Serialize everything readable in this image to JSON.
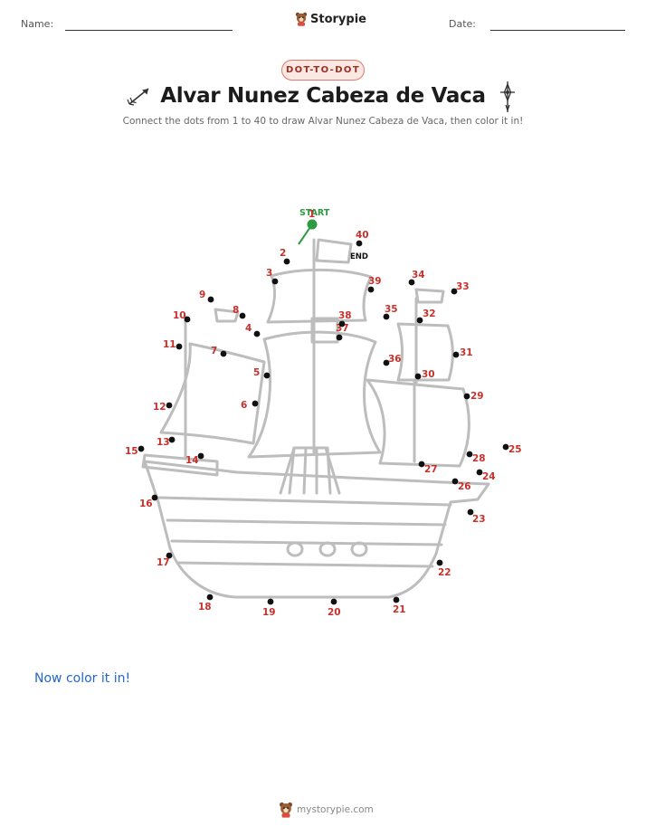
{
  "header": {
    "name_label": "Name:",
    "date_label": "Date:",
    "brand": "Storypie",
    "brand_icon": "bear-mascot-icon"
  },
  "badge": "DOT-TO-DOT",
  "title": "Alvar Nunez Cabeza de Vaca",
  "subtitle": "Connect the dots from 1 to 40 to draw Alvar Nunez Cabeza de Vaca, then color it in!",
  "decorations": {
    "left": "arrow-icon",
    "right": "compass-dagger-icon"
  },
  "puzzle": {
    "start_label": "START",
    "end_label": "END",
    "dot_color": "#111111",
    "label_color": "#c8312b",
    "start_color": "#2f9a42",
    "outline_color": "#bdbdbd",
    "dots": [
      {
        "n": "1"
      },
      {
        "n": "2"
      },
      {
        "n": "3"
      },
      {
        "n": "4"
      },
      {
        "n": "5"
      },
      {
        "n": "6"
      },
      {
        "n": "7"
      },
      {
        "n": "8"
      },
      {
        "n": "9"
      },
      {
        "n": "10"
      },
      {
        "n": "11"
      },
      {
        "n": "12"
      },
      {
        "n": "13"
      },
      {
        "n": "14"
      },
      {
        "n": "15"
      },
      {
        "n": "16"
      },
      {
        "n": "17"
      },
      {
        "n": "18"
      },
      {
        "n": "19"
      },
      {
        "n": "20"
      },
      {
        "n": "21"
      },
      {
        "n": "22"
      },
      {
        "n": "23"
      },
      {
        "n": "24"
      },
      {
        "n": "25"
      },
      {
        "n": "26"
      },
      {
        "n": "27"
      },
      {
        "n": "28"
      },
      {
        "n": "29"
      },
      {
        "n": "30"
      },
      {
        "n": "31"
      },
      {
        "n": "32"
      },
      {
        "n": "33"
      },
      {
        "n": "34"
      },
      {
        "n": "35"
      },
      {
        "n": "36"
      },
      {
        "n": "37"
      },
      {
        "n": "38"
      },
      {
        "n": "39"
      },
      {
        "n": "40"
      }
    ]
  },
  "cta": "Now color it in!",
  "footer": {
    "text": "mystorypie.com",
    "icon": "bear-mascot-icon"
  }
}
